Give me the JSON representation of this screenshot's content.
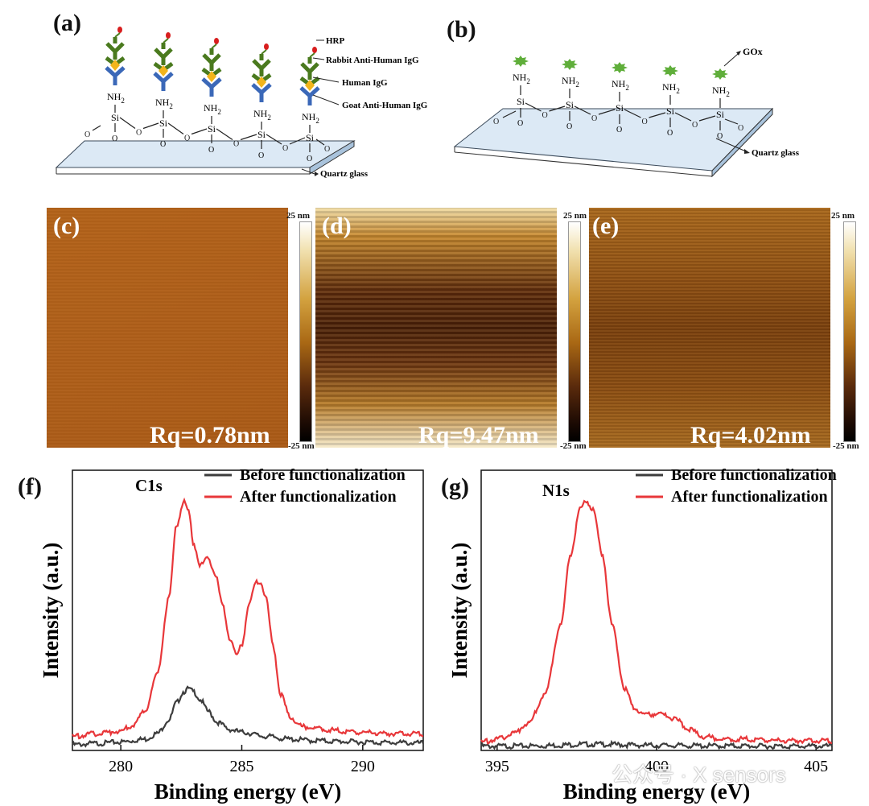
{
  "panels": {
    "a": {
      "label": "(a)",
      "hrp": "HRP",
      "rabbit": "Rabbit Anti-Human IgG",
      "human": "Human IgG",
      "goat": "Goat Anti-Human IgG",
      "amine": "NH",
      "amine_sub": "2",
      "si": "Si",
      "o": "O",
      "substrate": "Quartz glass"
    },
    "b": {
      "label": "(b)",
      "gox": "GOx",
      "amine": "NH",
      "amine_sub": "2",
      "si": "Si",
      "o": "O",
      "substrate": "Quartz glass"
    },
    "c": {
      "label": "(c)",
      "rq": "Rq=0.78nm",
      "scale_top": "25 nm",
      "scale_bottom": "-25 nm"
    },
    "d": {
      "label": "(d)",
      "rq": "Rq=9.47nm",
      "scale_top": "25 nm",
      "scale_bottom": "-25 nm"
    },
    "e": {
      "label": "(e)",
      "rq": "Rq=4.02nm",
      "scale_top": "25 nm",
      "scale_bottom": "-25 nm"
    },
    "f": {
      "label": "(f)",
      "peak_label": "C1s"
    },
    "g": {
      "label": "(g)",
      "peak_label": "N1s"
    }
  },
  "watermark": "公众号 · X sensors",
  "colors": {
    "before": "#3d3d3d",
    "after": "#e8373a",
    "glass": "#dce9f5"
  },
  "chart_data": [
    {
      "type": "line",
      "panel": "f",
      "xlabel": "Binding energy (eV)",
      "ylabel": "Intensity (a.u.)",
      "xlim": [
        278,
        292.5
      ],
      "ylim": [
        0,
        100
      ],
      "xticks": [
        280,
        285,
        290
      ],
      "series": [
        {
          "name": "Before functionalization",
          "x": [
            278,
            279,
            280,
            281,
            281.5,
            282,
            282.3,
            282.6,
            282.8,
            283,
            283.3,
            283.6,
            284,
            284.5,
            285,
            286,
            287,
            288,
            289,
            290,
            291,
            292.5
          ],
          "y": [
            2,
            2.5,
            3,
            4,
            6,
            11,
            17,
            21,
            22,
            21,
            18,
            14,
            10,
            7.5,
            6.5,
            5,
            4,
            3.5,
            3.2,
            3,
            2.8,
            2.6
          ]
        },
        {
          "name": "After functionalization",
          "x": [
            278,
            279,
            280,
            280.5,
            281,
            281.5,
            282,
            282.3,
            282.6,
            282.8,
            283,
            283.3,
            283.6,
            283.9,
            284.2,
            284.5,
            284.8,
            285,
            285.3,
            285.6,
            285.8,
            286,
            286.3,
            286.6,
            287,
            287.5,
            288,
            289,
            290,
            291,
            292.5
          ],
          "y": [
            5,
            6,
            7,
            9,
            14,
            27,
            55,
            80,
            89,
            85,
            74,
            66,
            69,
            63,
            52,
            40,
            34,
            38,
            52,
            60,
            60,
            54,
            37,
            20,
            12,
            8.5,
            8,
            7,
            6.5,
            6,
            6
          ]
        }
      ]
    },
    {
      "type": "line",
      "panel": "g",
      "xlabel": "Binding energy (eV)",
      "ylabel": "Intensity (a.u.)",
      "xlim": [
        394.5,
        405.5
      ],
      "ylim": [
        0,
        100
      ],
      "xticks": [
        395,
        400,
        405
      ],
      "series": [
        {
          "name": "Before functionalization",
          "x": [
            394.5,
            396,
            398,
            400,
            402,
            404,
            405.5
          ],
          "y": [
            1.5,
            1.6,
            2.2,
            1.8,
            1.6,
            1.5,
            1.5
          ]
        },
        {
          "name": "After functionalization",
          "x": [
            394.5,
            395,
            395.5,
            396,
            396.5,
            397,
            397.3,
            397.6,
            397.8,
            398,
            398.3,
            398.6,
            399,
            399.3,
            399.6,
            400,
            400.3,
            400.6,
            401,
            401.5,
            402,
            403,
            404,
            405.5
          ],
          "y": [
            3,
            4,
            6,
            10,
            20,
            45,
            70,
            86,
            89,
            86,
            70,
            45,
            22,
            15,
            13,
            13,
            12.5,
            11,
            7.5,
            5,
            4,
            4,
            3.5,
            3.5
          ]
        }
      ]
    }
  ]
}
